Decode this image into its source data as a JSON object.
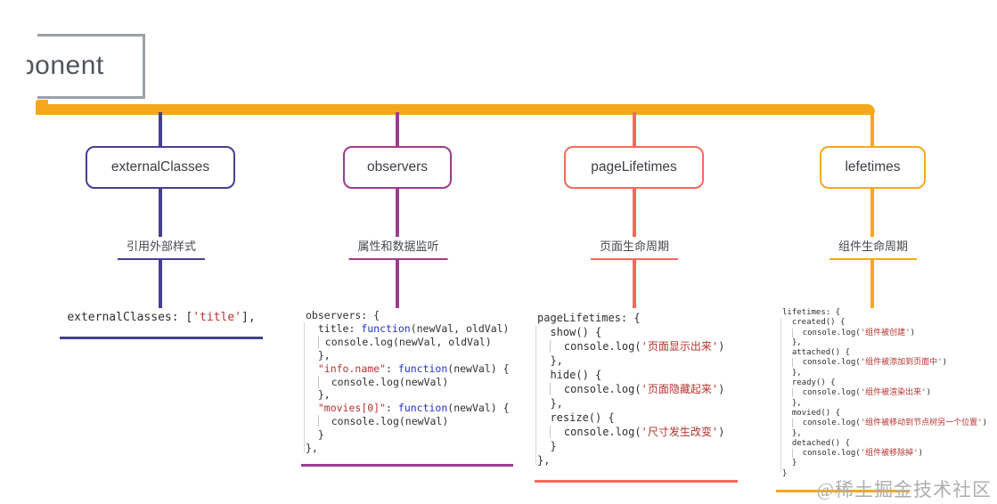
{
  "root": {
    "label": "ponent"
  },
  "watermark": "@稀土掘金技术社区",
  "colors": {
    "trunk": "#F6A81D",
    "branch1": "#46408F",
    "branch2": "#9C3D8F",
    "branch3": "#F36A5B",
    "branch4": "#F6A81D",
    "keyword": "#2233C9",
    "string": "#B5332F",
    "code": "#2F2F2F"
  },
  "branches": [
    {
      "title": "externalClasses",
      "subtitle": "引用外部样式",
      "code": [
        [
          {
            "s": "p",
            "t": "externalClasses: ["
          },
          {
            "s": "str",
            "t": "'title'"
          },
          {
            "s": "p",
            "t": "],"
          }
        ]
      ]
    },
    {
      "title": "observers",
      "subtitle": "属性和数据监听",
      "code": [
        [
          {
            "s": "p",
            "t": "observers: {"
          }
        ],
        [
          {
            "s": "p",
            "t": "  title: "
          },
          {
            "s": "kw",
            "t": "function"
          },
          {
            "s": "p",
            "t": "(newVal, oldVal)"
          }
        ],
        [
          {
            "s": "p",
            "t": "  "
          },
          {
            "s": "g",
            "t": " "
          },
          {
            "s": "p",
            "t": "console.log(newVal, oldVal)"
          }
        ],
        [
          {
            "s": "p",
            "t": "  },"
          }
        ],
        [
          {
            "s": "p",
            "t": "  "
          },
          {
            "s": "str",
            "t": "\"info.name\""
          },
          {
            "s": "p",
            "t": ": "
          },
          {
            "s": "kw",
            "t": "function"
          },
          {
            "s": "p",
            "t": "(newVal) {"
          }
        ],
        [
          {
            "s": "p",
            "t": "  "
          },
          {
            "s": "g",
            "t": " "
          },
          {
            "s": "p",
            "t": " console.log(newVal)"
          }
        ],
        [
          {
            "s": "p",
            "t": "  },"
          }
        ],
        [
          {
            "s": "p",
            "t": "  "
          },
          {
            "s": "str",
            "t": "\"movies[0]\""
          },
          {
            "s": "p",
            "t": ": "
          },
          {
            "s": "kw",
            "t": "function"
          },
          {
            "s": "p",
            "t": "(newVal) {"
          }
        ],
        [
          {
            "s": "p",
            "t": "  "
          },
          {
            "s": "g",
            "t": " "
          },
          {
            "s": "p",
            "t": " console.log(newVal)"
          }
        ],
        [
          {
            "s": "p",
            "t": "  }"
          }
        ],
        [
          {
            "s": "p",
            "t": "},"
          }
        ]
      ]
    },
    {
      "title": "pageLifetimes",
      "subtitle": "页面生命周期",
      "code": [
        [
          {
            "s": "p",
            "t": "pageLifetimes: {"
          }
        ],
        [
          {
            "s": "p",
            "t": "  show() {"
          }
        ],
        [
          {
            "s": "p",
            "t": "  "
          },
          {
            "s": "g",
            "t": " "
          },
          {
            "s": "p",
            "t": " console.log("
          },
          {
            "s": "str",
            "t": "'页面显示出来'"
          },
          {
            "s": "p",
            "t": ")"
          }
        ],
        [
          {
            "s": "p",
            "t": "  },"
          }
        ],
        [
          {
            "s": "p",
            "t": "  hide() {"
          }
        ],
        [
          {
            "s": "p",
            "t": "  "
          },
          {
            "s": "g",
            "t": " "
          },
          {
            "s": "p",
            "t": " console.log("
          },
          {
            "s": "str",
            "t": "'页面隐藏起来'"
          },
          {
            "s": "p",
            "t": ")"
          }
        ],
        [
          {
            "s": "p",
            "t": "  },"
          }
        ],
        [
          {
            "s": "p",
            "t": "  resize() {"
          }
        ],
        [
          {
            "s": "p",
            "t": "  "
          },
          {
            "s": "g",
            "t": " "
          },
          {
            "s": "p",
            "t": " console.log("
          },
          {
            "s": "str",
            "t": "'尺寸发生改变'"
          },
          {
            "s": "p",
            "t": ")"
          }
        ],
        [
          {
            "s": "p",
            "t": "  }"
          }
        ],
        [
          {
            "s": "p",
            "t": "},"
          }
        ]
      ]
    },
    {
      "title": "lefetimes",
      "subtitle": "组件生命周期",
      "code": [
        [
          {
            "s": "p",
            "t": "lifetimes: {"
          }
        ],
        [
          {
            "s": "p",
            "t": "  created() {"
          }
        ],
        [
          {
            "s": "p",
            "t": "  "
          },
          {
            "s": "g",
            "t": " "
          },
          {
            "s": "p",
            "t": " console.log("
          },
          {
            "s": "str",
            "t": "'组件被创建'"
          },
          {
            "s": "p",
            "t": ")"
          }
        ],
        [
          {
            "s": "p",
            "t": "  },"
          }
        ],
        [
          {
            "s": "p",
            "t": "  attached() {"
          }
        ],
        [
          {
            "s": "p",
            "t": "  "
          },
          {
            "s": "g",
            "t": " "
          },
          {
            "s": "p",
            "t": " console.log("
          },
          {
            "s": "str",
            "t": "'组件被添加到页面中'"
          },
          {
            "s": "p",
            "t": ")"
          }
        ],
        [
          {
            "s": "p",
            "t": "  },"
          }
        ],
        [
          {
            "s": "p",
            "t": "  ready() {"
          }
        ],
        [
          {
            "s": "p",
            "t": "  "
          },
          {
            "s": "g",
            "t": " "
          },
          {
            "s": "p",
            "t": " console.log("
          },
          {
            "s": "str",
            "t": "'组件被渲染出来'"
          },
          {
            "s": "p",
            "t": ")"
          }
        ],
        [
          {
            "s": "p",
            "t": "  },"
          }
        ],
        [
          {
            "s": "p",
            "t": "  movied() {"
          }
        ],
        [
          {
            "s": "p",
            "t": "  "
          },
          {
            "s": "g",
            "t": " "
          },
          {
            "s": "p",
            "t": " console.log("
          },
          {
            "s": "str",
            "t": "'组件被移动到节点树另一个位置'"
          },
          {
            "s": "p",
            "t": ")"
          }
        ],
        [
          {
            "s": "p",
            "t": "  },"
          }
        ],
        [
          {
            "s": "p",
            "t": "  detached() {"
          }
        ],
        [
          {
            "s": "p",
            "t": "  "
          },
          {
            "s": "g",
            "t": " "
          },
          {
            "s": "p",
            "t": " console.log("
          },
          {
            "s": "str",
            "t": "'组件被移除掉'"
          },
          {
            "s": "p",
            "t": ")"
          }
        ],
        [
          {
            "s": "p",
            "t": "  }"
          }
        ],
        [
          {
            "s": "p",
            "t": "}"
          }
        ]
      ]
    }
  ]
}
